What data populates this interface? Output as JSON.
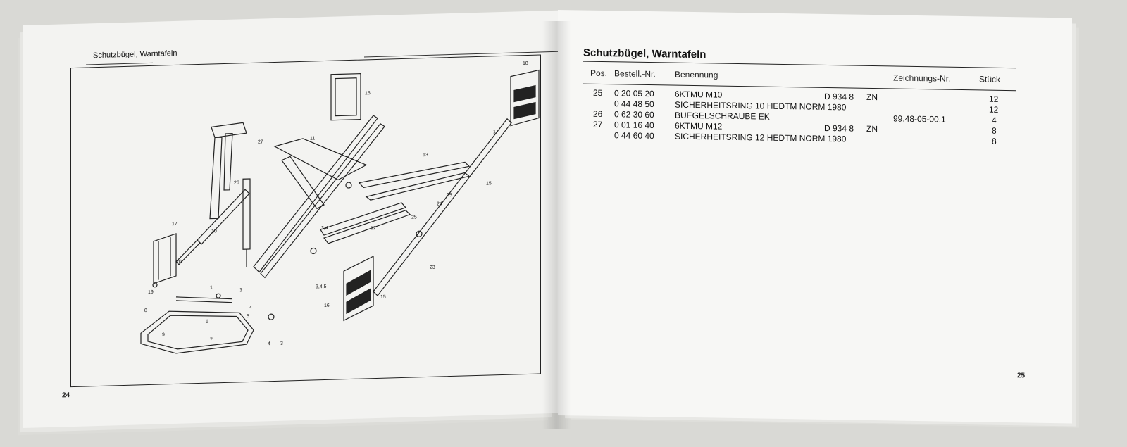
{
  "left_page": {
    "heading": "Schutzbügel, Warntafeln",
    "page_number": "24",
    "callouts": [
      "18",
      "16",
      "17",
      "11",
      "27",
      "26",
      "15",
      "13",
      "3,4",
      "12",
      "25",
      "24",
      "25",
      "23",
      "17",
      "10",
      "20",
      "19",
      "1",
      "3",
      "4",
      "5",
      "8",
      "6",
      "7",
      "9",
      "4",
      "3",
      "3,4,5",
      "16",
      "15"
    ]
  },
  "right_page": {
    "heading": "Schutzbügel, Warntafeln",
    "page_number": "25",
    "columns": {
      "pos": "Pos.",
      "order_no": "Bestell.-Nr.",
      "name": "Benennung",
      "drawing_no": "Zeichnungs-Nr.",
      "qty": "Stück"
    },
    "rows": [
      {
        "pos": "25",
        "order_no": "0 20 05 20",
        "name": "6KTMU M10",
        "norm": "D 934  8",
        "finish": "ZN",
        "drawing_no": "",
        "qty": "12"
      },
      {
        "pos": "",
        "order_no": "0 44 48 50",
        "name": "SICHERHEITSRING 10   HEDTM NORM 1980",
        "norm": "",
        "finish": "",
        "drawing_no": "",
        "qty": "12"
      },
      {
        "pos": "26",
        "order_no": "0 62 30 60",
        "name": "BUEGELSCHRAUBE  EK",
        "norm": "",
        "finish": "",
        "drawing_no": "99.48-05-00.1",
        "qty": "4"
      },
      {
        "pos": "27",
        "order_no": "0 01 16 40",
        "name": "6KTMU M12",
        "norm": "D 934  8",
        "finish": "ZN",
        "drawing_no": "",
        "qty": "8"
      },
      {
        "pos": "",
        "order_no": "0 44 60 40",
        "name": "SICHERHEITSRING 12   HEDTM NORM 1980",
        "norm": "",
        "finish": "",
        "drawing_no": "",
        "qty": "8"
      }
    ]
  }
}
